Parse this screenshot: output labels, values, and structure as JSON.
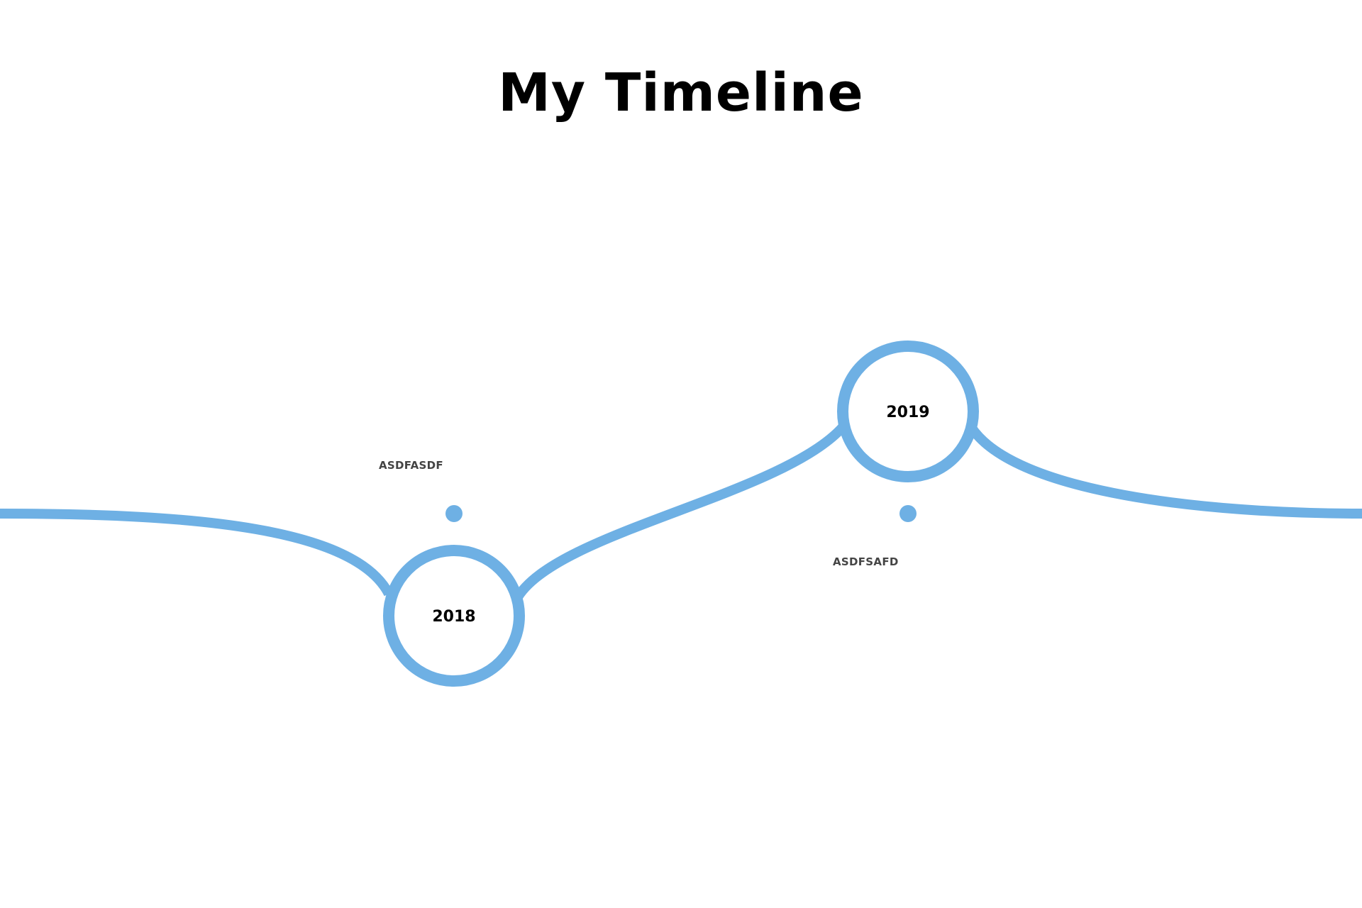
{
  "page": {
    "title": "My Timeline"
  },
  "timeline": {
    "line_color": "#6eb0e4",
    "milestones": [
      {
        "year": "2018",
        "event": "ASDFASDF",
        "position": "below"
      },
      {
        "year": "2019",
        "event": "ASDFSAFD",
        "position": "above"
      }
    ]
  }
}
